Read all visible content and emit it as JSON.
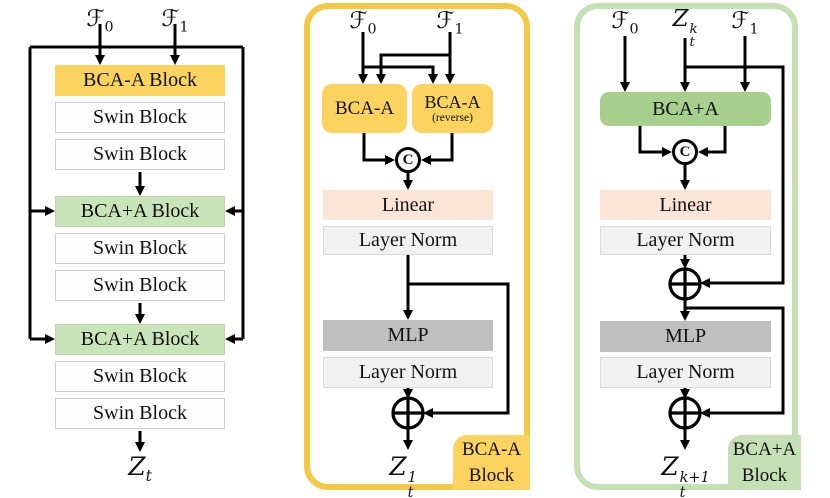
{
  "colors": {
    "yellow": "#FBD35E",
    "yellow_border": "#F6C944",
    "green": "#A7D08E",
    "light_green": "#C9E4B8",
    "green_border": "#C5E0B4",
    "peach": "#FBE5D6",
    "mlp_gray": "#BFBFBF",
    "layernorm_gray": "#F1F1F1",
    "wire": "#000000"
  },
  "symbols": {
    "concat": "C"
  },
  "left_panel": {
    "inputs": [
      {
        "base": "ℱ",
        "sub": "0"
      },
      {
        "base": "ℱ",
        "sub": "1"
      }
    ],
    "blocks": [
      {
        "label": "BCA-A Block"
      },
      {
        "label": "Swin Block"
      },
      {
        "label": "Swin Block"
      },
      {
        "label": "BCA+A Block"
      },
      {
        "label": "Swin Block"
      },
      {
        "label": "Swin Block"
      },
      {
        "label": "BCA+A Block"
      },
      {
        "label": "Swin Block"
      },
      {
        "label": "Swin Block"
      }
    ],
    "output": {
      "base": "Z",
      "sub": "t"
    }
  },
  "middle_panel": {
    "inputs": [
      {
        "base": "ℱ",
        "sub": "0"
      },
      {
        "base": "ℱ",
        "sub": "1"
      }
    ],
    "boxes": {
      "bca_left": "BCA-A",
      "bca_right_line1": "BCA-A",
      "bca_right_line2": "(reverse)",
      "linear": "Linear",
      "layer_norm1": "Layer Norm",
      "mlp": "MLP",
      "layer_norm2": "Layer Norm"
    },
    "output": {
      "base": "Z",
      "sub": "t",
      "sup": "1"
    },
    "badge": {
      "line1": "BCA-A",
      "line2": "Block"
    }
  },
  "right_panel": {
    "inputs": [
      {
        "base": "ℱ",
        "sub": "0"
      },
      {
        "base": "Z",
        "sub": "t",
        "sup": "k"
      },
      {
        "base": "ℱ",
        "sub": "1"
      }
    ],
    "boxes": {
      "bca": "BCA+A",
      "linear": "Linear",
      "layer_norm1": "Layer Norm",
      "mlp": "MLP",
      "layer_norm2": "Layer Norm"
    },
    "output": {
      "base": "Z",
      "sub": "t",
      "sup": "k+1"
    },
    "badge": {
      "line1": "BCA+A",
      "line2": "Block"
    }
  }
}
